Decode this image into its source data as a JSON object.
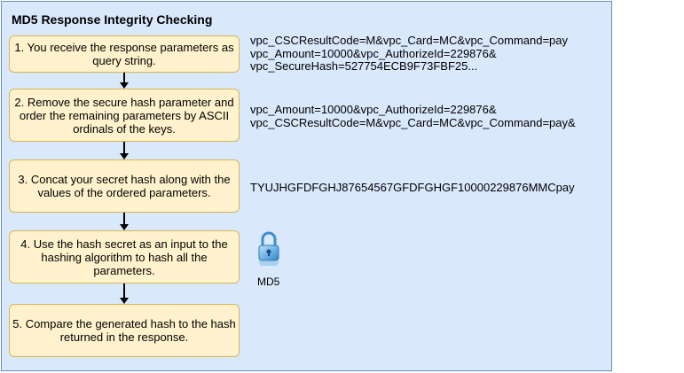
{
  "title": "MD5 Response Integrity Checking",
  "steps": [
    "1. You receive the response parameters as query string.",
    "2. Remove the secure hash parameter and order the remaining parameters by ASCII ordinals of the keys.",
    "3. Concat your secret hash along with the values of the ordered parameters.",
    "4. Use the hash secret as an input to the hashing algorithm to hash all the parameters.",
    "5. Compare the generated hash to the hash returned in the response."
  ],
  "notes": {
    "query": [
      "vpc_CSCResultCode=M&vpc_Card=MC&vpc_Command=pay",
      "vpc_Amount=10000&vpc_AuthorizeId=229876&",
      "vpc_SecureHash=527754ECB9F73FBF25..."
    ],
    "ordered": [
      "vpc_Amount=10000&vpc_AuthorizeId=229876&",
      "vpc_CSCResultCode=M&vpc_Card=MC&vpc_Command=pay&"
    ],
    "concat": "TYUJHGFDFGHJ87654567GFDFGHGF10000229876MMCpay"
  },
  "md5": {
    "label": "MD5",
    "icon": "lock-icon"
  },
  "colors": {
    "panel_fill": "#dae8fc",
    "panel_border": "#6c8ebf",
    "step_fill": "#fff2cc",
    "step_border": "#d6b656"
  }
}
